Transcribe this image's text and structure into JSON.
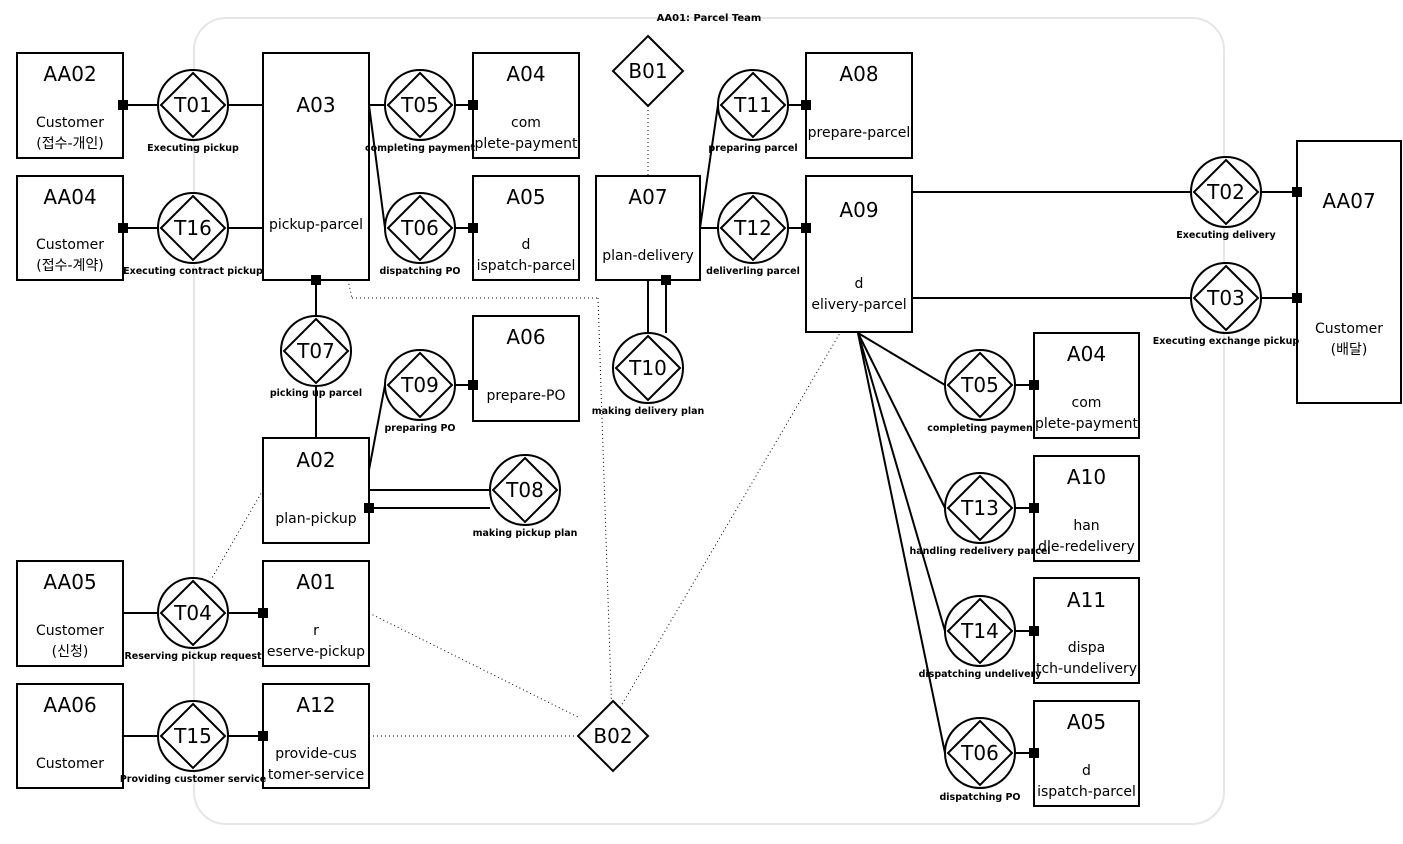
{
  "title": "AA01: Parcel Team",
  "actors": [
    {
      "id": "AA02",
      "lines": [
        "Customer",
        "(접수-개인)"
      ]
    },
    {
      "id": "AA04",
      "lines": [
        "Customer",
        "(접수-계약)"
      ]
    },
    {
      "id": "AA05",
      "lines": [
        "Customer",
        "(신청)"
      ]
    },
    {
      "id": "AA06",
      "lines": [
        "Customer"
      ]
    },
    {
      "id": "AA07",
      "lines": [
        "Customer",
        "(배달)"
      ]
    }
  ],
  "activities": [
    {
      "key": "A03",
      "id": "A03",
      "lines": [
        "pickup-parcel"
      ]
    },
    {
      "key": "A04a",
      "id": "A04",
      "lines": [
        "com",
        "plete-payment"
      ]
    },
    {
      "key": "A05a",
      "id": "A05",
      "lines": [
        "d",
        "ispatch-parcel"
      ]
    },
    {
      "key": "A06",
      "id": "A06",
      "lines": [
        "prepare-PO"
      ]
    },
    {
      "key": "A02",
      "id": "A02",
      "lines": [
        "plan-pickup"
      ]
    },
    {
      "key": "A01",
      "id": "A01",
      "lines": [
        "r",
        "eserve-pickup"
      ]
    },
    {
      "key": "A12",
      "id": "A12",
      "lines": [
        "provide-cus",
        "tomer-service"
      ]
    },
    {
      "key": "A07",
      "id": "A07",
      "lines": [
        "plan-delivery"
      ]
    },
    {
      "key": "A08",
      "id": "A08",
      "lines": [
        "prepare-parcel"
      ]
    },
    {
      "key": "A09",
      "id": "A09",
      "lines": [
        "d",
        "elivery-parcel"
      ]
    },
    {
      "key": "A04b",
      "id": "A04",
      "lines": [
        "com",
        "plete-payment"
      ]
    },
    {
      "key": "A10",
      "id": "A10",
      "lines": [
        "han",
        "dle-redelivery"
      ]
    },
    {
      "key": "A11",
      "id": "A11",
      "lines": [
        "dispa",
        "tch-undelivery"
      ]
    },
    {
      "key": "A05b",
      "id": "A05",
      "lines": [
        "d",
        "ispatch-parcel"
      ]
    }
  ],
  "transactions": [
    {
      "key": "T01",
      "id": "T01",
      "label": "Executing pickup"
    },
    {
      "key": "T16",
      "id": "T16",
      "label": "Executing contract pickup"
    },
    {
      "key": "T05a",
      "id": "T05",
      "label": "completing payment"
    },
    {
      "key": "T06a",
      "id": "T06",
      "label": "dispatching PO"
    },
    {
      "key": "T07",
      "id": "T07",
      "label": "picking up parcel"
    },
    {
      "key": "T09",
      "id": "T09",
      "label": "preparing PO"
    },
    {
      "key": "T08",
      "id": "T08",
      "label": "making pickup plan"
    },
    {
      "key": "T04",
      "id": "T04",
      "label": "Reserving pickup request"
    },
    {
      "key": "T15",
      "id": "T15",
      "label": "Providing customer service"
    },
    {
      "key": "T11",
      "id": "T11",
      "label": "preparing parcel"
    },
    {
      "key": "T12",
      "id": "T12",
      "label": "deliverling parcel"
    },
    {
      "key": "T10",
      "id": "T10",
      "label": "making delivery plan"
    },
    {
      "key": "T02",
      "id": "T02",
      "label": "Executing delivery"
    },
    {
      "key": "T03",
      "id": "T03",
      "label": "Executing exchange pickup"
    },
    {
      "key": "T05b",
      "id": "T05",
      "label": "completing paymen"
    },
    {
      "key": "T13",
      "id": "T13",
      "label": "handling redelivery parcel"
    },
    {
      "key": "T14",
      "id": "T14",
      "label": "dispatching undelivery"
    },
    {
      "key": "T06b",
      "id": "T06",
      "label": "dispatching PO"
    }
  ],
  "banks": [
    {
      "id": "B01"
    },
    {
      "id": "B02"
    }
  ]
}
